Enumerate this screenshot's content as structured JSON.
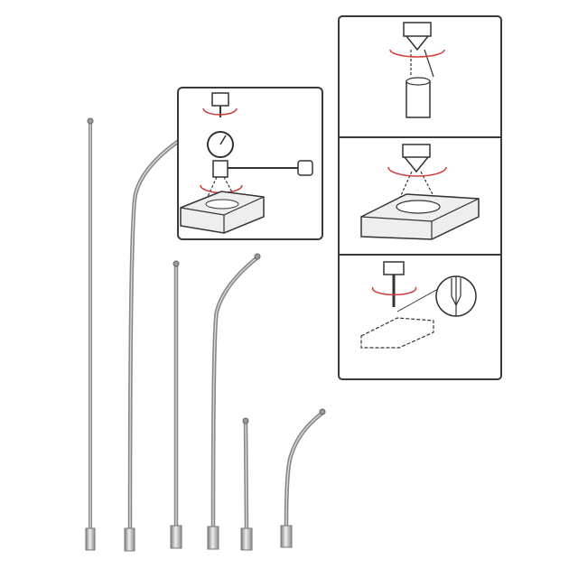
{
  "colors": {
    "background": "#ffffff",
    "rod_metal": "#a9a9a9",
    "rod_highlight": "#e6e6e6",
    "panel_border": "#3a3a3a",
    "rotation_arrow": "#d23a3a"
  },
  "product": {
    "probe_count": 6,
    "probe_types": [
      "straight",
      "bent",
      "straight",
      "bent",
      "straight",
      "bent"
    ]
  },
  "diagrams": [
    {
      "name": "dial-indicator-centering"
    },
    {
      "name": "tool-holder-cylinder"
    },
    {
      "name": "hole-centering-block"
    },
    {
      "name": "edge-finding-corner"
    }
  ]
}
